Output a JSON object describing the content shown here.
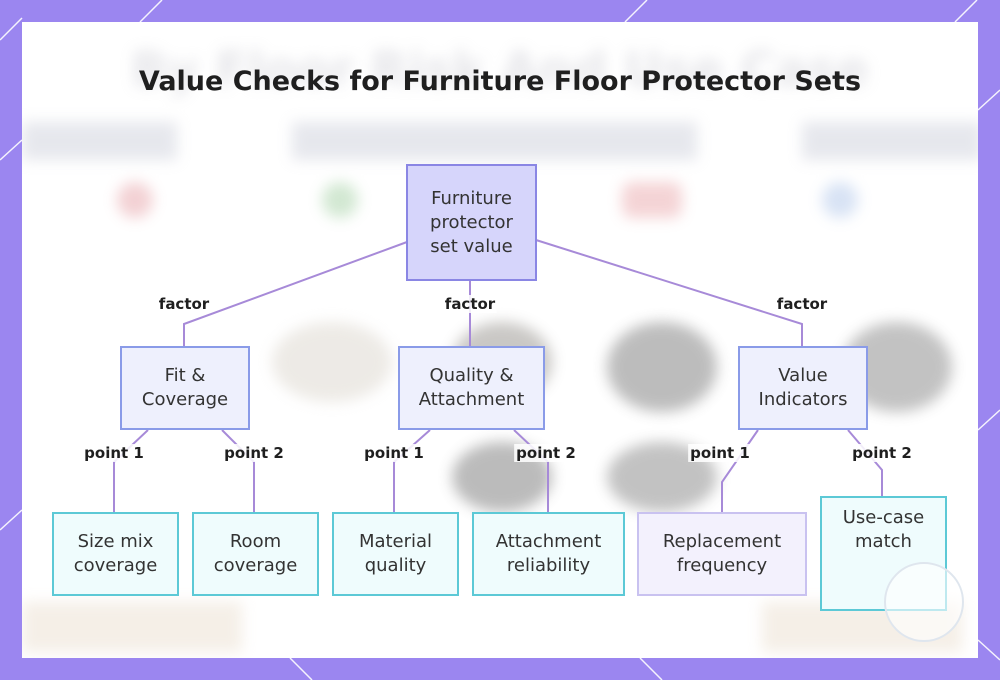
{
  "title": "Value Checks for Furniture Floor Protector Sets",
  "background_title": "By Floor Risk And Use Case",
  "colors": {
    "frame": "#9b86f0",
    "edge": "#a78ad8",
    "root_fill": "#d6d5fb",
    "mid_fill": "#eef0fd",
    "leaf_fill": "#effcfd",
    "leaf_border": "#5cc9d6"
  },
  "nodes": {
    "root": "Furniture\nprotector\nset value",
    "fit": "Fit &\nCoverage",
    "quality": "Quality &\nAttachment",
    "value": "Value\nIndicators",
    "size_mix": "Size mix\ncoverage",
    "room": "Room\ncoverage",
    "material": "Material\nquality",
    "attachment": "Attachment\nreliability",
    "replacement": "Replacement\nfrequency",
    "use_case": "Use-case\nmatch"
  },
  "edge_labels": {
    "factor_1": "factor",
    "factor_2": "factor",
    "factor_3": "factor",
    "fit_p1": "point 1",
    "fit_p2": "point 2",
    "quality_p1": "point 1",
    "quality_p2": "point 2",
    "value_p1": "point 1",
    "value_p2": "point 2"
  }
}
